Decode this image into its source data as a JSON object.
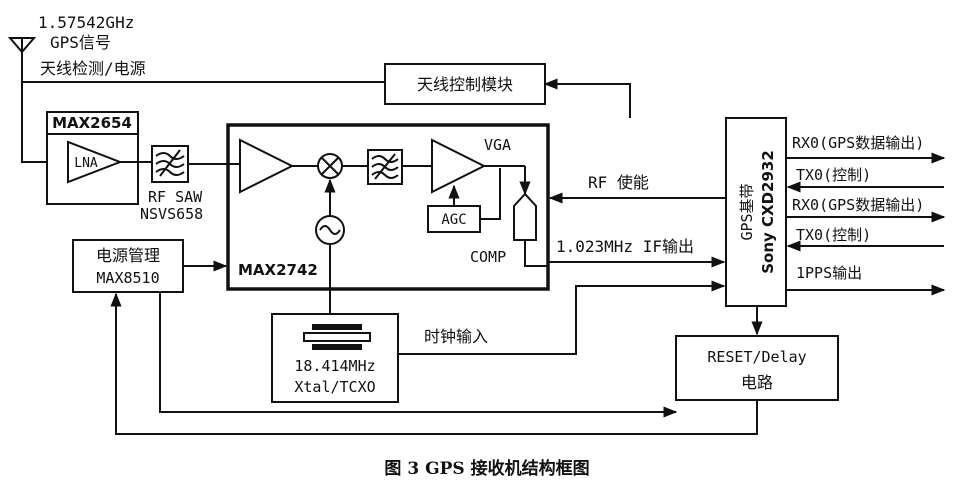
{
  "signal": {
    "freq": "1.57542GHz",
    "label": "GPS信号"
  },
  "antenna_line_label": "天线检测/电源",
  "blocks": {
    "max2654": "MAX2654",
    "lna": "LNA",
    "rf_saw": "RF  SAW",
    "nsvs": "NSVS658",
    "max2742": "MAX2742",
    "vga": "VGA",
    "agc": "AGC",
    "comp": "COMP",
    "antenna_ctrl": "天线控制模块",
    "power_mgmt": "电源管理",
    "max8510": "MAX8510",
    "xtal_freq": "18.414MHz",
    "xtal_type": "Xtal/TCXO",
    "gps_baseband": "GPS基带",
    "sony": "Sony CXD2932",
    "reset_line1": "RESET/Delay",
    "reset_line2": "电路"
  },
  "signals": {
    "rf_enable": "RF 使能",
    "if_out": "1.023MHz  IF输出",
    "clock_in": "时钟输入",
    "rx0_a": "RX0(GPS数据输出)",
    "tx0_a": "TX0(控制)",
    "rx0_b": "RX0(GPS数据输出)",
    "tx0_b": "TX0(控制)",
    "pps": "1PPS输出"
  },
  "caption": "图 3  GPS 接收机结构框图"
}
